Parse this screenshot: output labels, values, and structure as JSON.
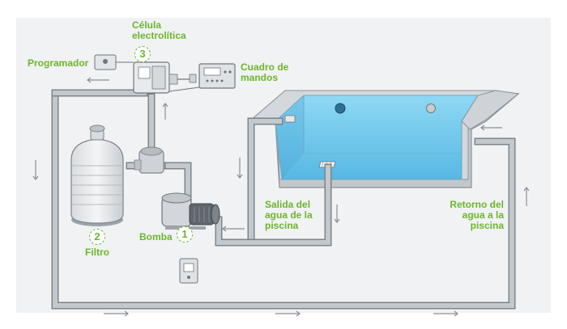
{
  "labels": {
    "celula": "Célula electrolítica",
    "programador": "Programador",
    "cuadro": "Cuadro de mandos",
    "salida": "Salida del agua de la piscina",
    "retorno": "Retorno del agua a la piscina",
    "bomba": "Bomba",
    "filtro": "Filtro"
  },
  "numbers": {
    "n1": "1",
    "n2": "2",
    "n3": "3"
  },
  "colors": {
    "label_green": "#6cb52d",
    "pipe_fill": "#b7bcc1",
    "pipe_stroke": "#7d848a",
    "water": "#7ccfee",
    "water_deep": "#5fbfe6",
    "pool_wall": "#a9afb5",
    "arrow": "#8a8f95"
  }
}
